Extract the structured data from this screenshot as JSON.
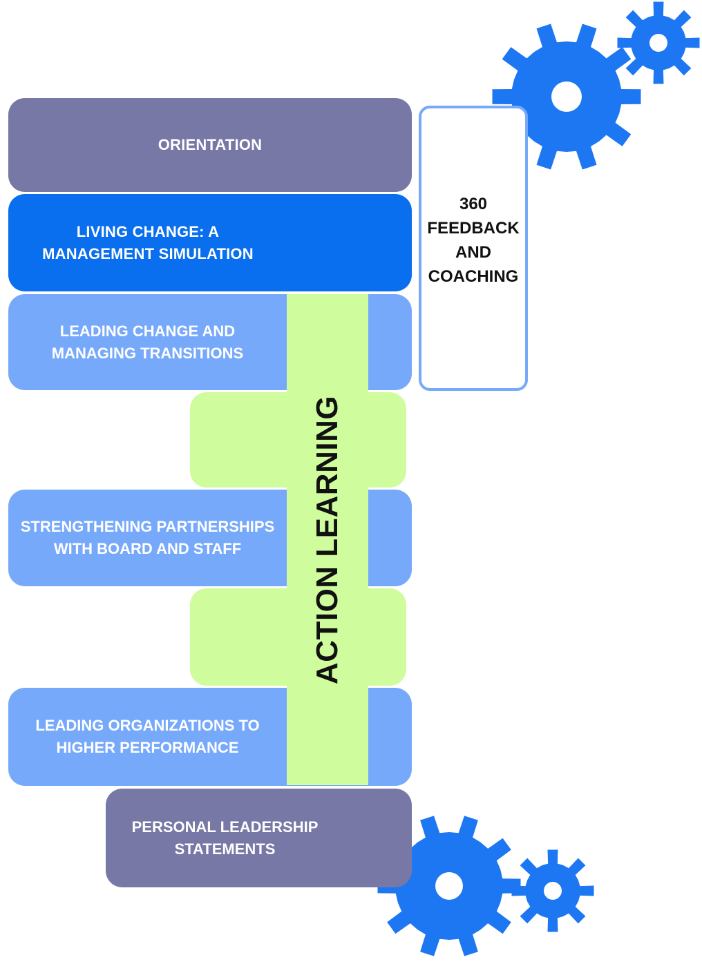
{
  "colors": {
    "gray_box": "#7778a6",
    "bright_blue_box": "#0a6fee",
    "light_blue_box": "#77a9fb",
    "action_learning_green": "#cffc9d",
    "gear_blue": "#1d77f2",
    "feedback_border": "#77a9fb"
  },
  "steps": [
    {
      "label": "ORIENTATION"
    },
    {
      "label": "LIVING CHANGE: A\nMANAGEMENT  SIMULATION"
    },
    {
      "label": "LEADING CHANGE AND\nMANAGING TRANSITIONS"
    },
    {
      "label": "STRENGTHENING PARTNERSHIPS\nWITH BOARD AND STAFF"
    },
    {
      "label": "LEADING ORGANIZATIONS TO\nHIGHER PERFORMANCE"
    },
    {
      "label": "PERSONAL LEADERSHIP\nSTATEMENTS"
    }
  ],
  "action_learning": {
    "label": "ACTION LEARNING"
  },
  "feedback": {
    "label": "360\nFEEDBACK\nAND\nCOACHING"
  },
  "icons": [
    "gear-icon",
    "gear-icon",
    "gear-icon",
    "gear-icon"
  ]
}
